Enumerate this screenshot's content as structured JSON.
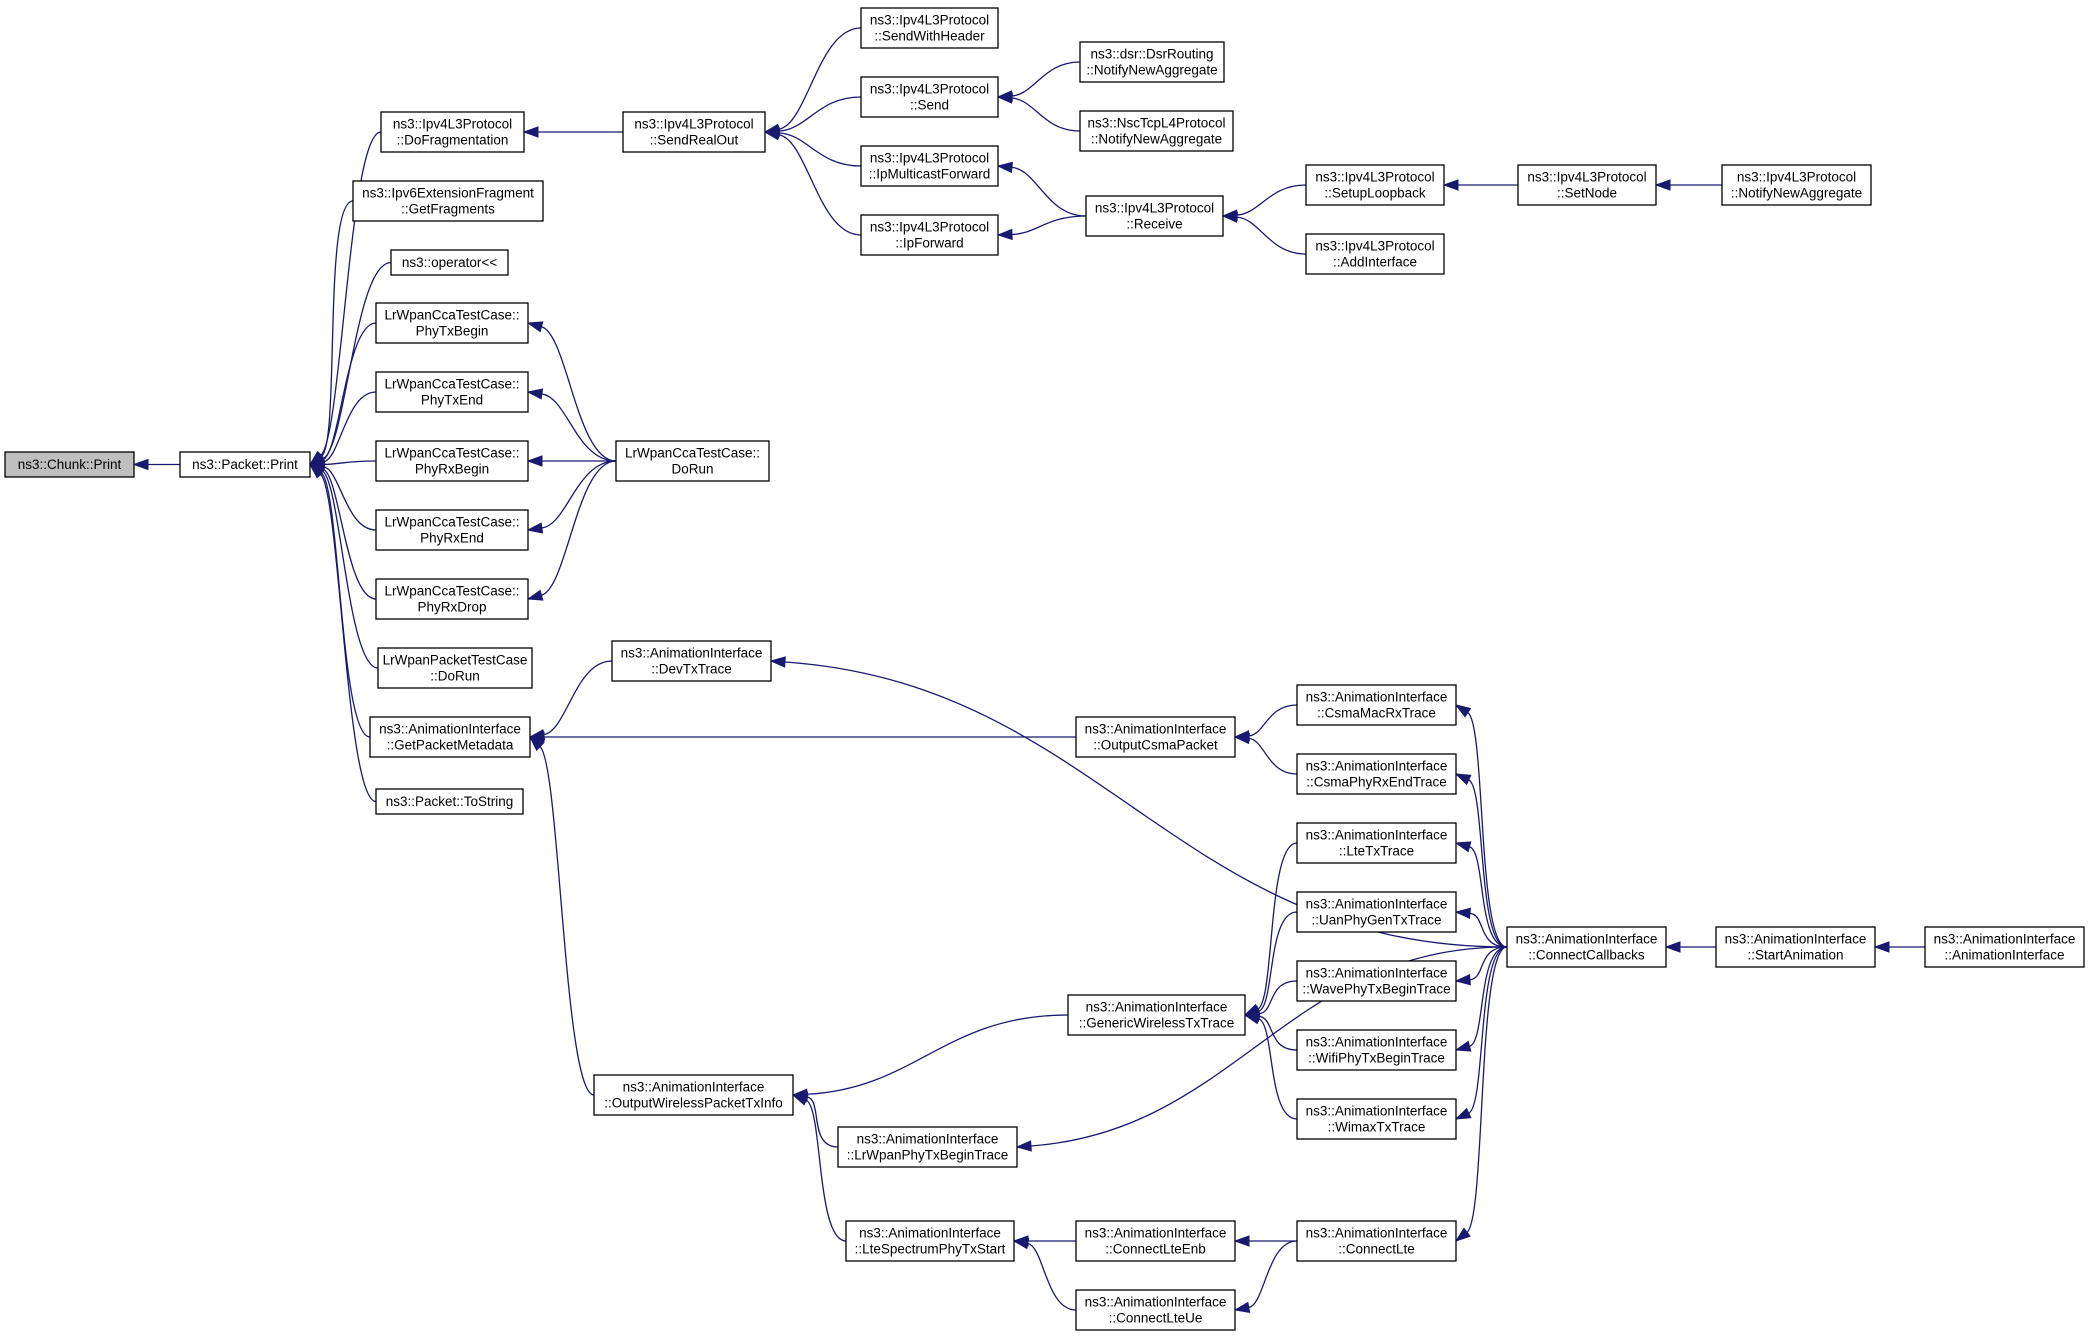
{
  "diagram": {
    "nodes": [
      {
        "id": "chunk",
        "lines": [
          "ns3::Chunk::Print"
        ],
        "root": true
      },
      {
        "id": "pktprint",
        "lines": [
          "ns3::Packet::Print"
        ]
      },
      {
        "id": "dofrag",
        "lines": [
          "ns3::Ipv4L3Protocol",
          "::DoFragmentation"
        ]
      },
      {
        "id": "ipv6frag",
        "lines": [
          "ns3::Ipv6ExtensionFragment",
          "::GetFragments"
        ]
      },
      {
        "id": "oplt",
        "lines": [
          "ns3::operator<<"
        ]
      },
      {
        "id": "phytxbegin",
        "lines": [
          "LrWpanCcaTestCase::",
          "PhyTxBegin"
        ]
      },
      {
        "id": "phytxend",
        "lines": [
          "LrWpanCcaTestCase::",
          "PhyTxEnd"
        ]
      },
      {
        "id": "phyrxbegin",
        "lines": [
          "LrWpanCcaTestCase::",
          "PhyRxBegin"
        ]
      },
      {
        "id": "phyrxend",
        "lines": [
          "LrWpanCcaTestCase::",
          "PhyRxEnd"
        ]
      },
      {
        "id": "phyrxdrop",
        "lines": [
          "LrWpanCcaTestCase::",
          "PhyRxDrop"
        ]
      },
      {
        "id": "pktdorun",
        "lines": [
          "LrWpanPacketTestCase",
          "::DoRun"
        ]
      },
      {
        "id": "getmeta",
        "lines": [
          "ns3::AnimationInterface",
          "::GetPacketMetadata"
        ]
      },
      {
        "id": "tostring",
        "lines": [
          "ns3::Packet::ToString"
        ]
      },
      {
        "id": "sendrealout",
        "lines": [
          "ns3::Ipv4L3Protocol",
          "::SendRealOut"
        ]
      },
      {
        "id": "ccadorun",
        "lines": [
          "LrWpanCcaTestCase::",
          "DoRun"
        ]
      },
      {
        "id": "devtx",
        "lines": [
          "ns3::AnimationInterface",
          "::DevTxTrace"
        ]
      },
      {
        "id": "outwireless",
        "lines": [
          "ns3::AnimationInterface",
          "::OutputWirelessPacketTxInfo"
        ]
      },
      {
        "id": "sendwithheader",
        "lines": [
          "ns3::Ipv4L3Protocol",
          "::SendWithHeader"
        ]
      },
      {
        "id": "send",
        "lines": [
          "ns3::Ipv4L3Protocol",
          "::Send"
        ]
      },
      {
        "id": "ipmcast",
        "lines": [
          "ns3::Ipv4L3Protocol",
          "::IpMulticastForward"
        ]
      },
      {
        "id": "ipfwd",
        "lines": [
          "ns3::Ipv4L3Protocol",
          "::IpForward"
        ]
      },
      {
        "id": "lrwpanphytx",
        "lines": [
          "ns3::AnimationInterface",
          "::LrWpanPhyTxBeginTrace"
        ]
      },
      {
        "id": "ltespec",
        "lines": [
          "ns3::AnimationInterface",
          "::LteSpectrumPhyTxStart"
        ]
      },
      {
        "id": "dsr",
        "lines": [
          "ns3::dsr::DsrRouting",
          "::NotifyNewAggregate"
        ]
      },
      {
        "id": "nsctcp",
        "lines": [
          "ns3::NscTcpL4Protocol",
          "::NotifyNewAggregate"
        ]
      },
      {
        "id": "receive",
        "lines": [
          "ns3::Ipv4L3Protocol",
          "::Receive"
        ]
      },
      {
        "id": "outcsma",
        "lines": [
          "ns3::AnimationInterface",
          "::OutputCsmaPacket"
        ]
      },
      {
        "id": "genwireless",
        "lines": [
          "ns3::AnimationInterface",
          "::GenericWirelessTxTrace"
        ]
      },
      {
        "id": "connlteenb",
        "lines": [
          "ns3::AnimationInterface",
          "::ConnectLteEnb"
        ]
      },
      {
        "id": "connlteue",
        "lines": [
          "ns3::AnimationInterface",
          "::ConnectLteUe"
        ]
      },
      {
        "id": "setuploop",
        "lines": [
          "ns3::Ipv4L3Protocol",
          "::SetupLoopback"
        ]
      },
      {
        "id": "addiface",
        "lines": [
          "ns3::Ipv4L3Protocol",
          "::AddInterface"
        ]
      },
      {
        "id": "csmamacrx",
        "lines": [
          "ns3::AnimationInterface",
          "::CsmaMacRxTrace"
        ]
      },
      {
        "id": "csmaphyrx",
        "lines": [
          "ns3::AnimationInterface",
          "::CsmaPhyRxEndTrace"
        ]
      },
      {
        "id": "ltetx",
        "lines": [
          "ns3::AnimationInterface",
          "::LteTxTrace"
        ]
      },
      {
        "id": "uanphy",
        "lines": [
          "ns3::AnimationInterface",
          "::UanPhyGenTxTrace"
        ]
      },
      {
        "id": "wavephy",
        "lines": [
          "ns3::AnimationInterface",
          "::WavePhyTxBeginTrace"
        ]
      },
      {
        "id": "wifiphy",
        "lines": [
          "ns3::AnimationInterface",
          "::WifiPhyTxBeginTrace"
        ]
      },
      {
        "id": "wimax",
        "lines": [
          "ns3::AnimationInterface",
          "::WimaxTxTrace"
        ]
      },
      {
        "id": "connlte",
        "lines": [
          "ns3::AnimationInterface",
          "::ConnectLte"
        ]
      },
      {
        "id": "setnode",
        "lines": [
          "ns3::Ipv4L3Protocol",
          "::SetNode"
        ]
      },
      {
        "id": "conncb",
        "lines": [
          "ns3::AnimationInterface",
          "::ConnectCallbacks"
        ]
      },
      {
        "id": "notifyagg",
        "lines": [
          "ns3::Ipv4L3Protocol",
          "::NotifyNewAggregate"
        ]
      },
      {
        "id": "startanim",
        "lines": [
          "ns3::AnimationInterface",
          "::StartAnimation"
        ]
      },
      {
        "id": "animiface",
        "lines": [
          "ns3::AnimationInterface",
          "::AnimationInterface"
        ]
      }
    ],
    "edges": [
      [
        "pktprint",
        "chunk"
      ],
      [
        "dofrag",
        "pktprint"
      ],
      [
        "ipv6frag",
        "pktprint"
      ],
      [
        "oplt",
        "pktprint"
      ],
      [
        "phytxbegin",
        "pktprint"
      ],
      [
        "phytxend",
        "pktprint"
      ],
      [
        "phyrxbegin",
        "pktprint"
      ],
      [
        "phyrxend",
        "pktprint"
      ],
      [
        "phyrxdrop",
        "pktprint"
      ],
      [
        "pktdorun",
        "pktprint"
      ],
      [
        "getmeta",
        "pktprint"
      ],
      [
        "tostring",
        "pktprint"
      ],
      [
        "sendrealout",
        "dofrag"
      ],
      [
        "ccadorun",
        "phytxbegin"
      ],
      [
        "ccadorun",
        "phytxend"
      ],
      [
        "ccadorun",
        "phyrxbegin"
      ],
      [
        "ccadorun",
        "phyrxend"
      ],
      [
        "ccadorun",
        "phyrxdrop"
      ],
      [
        "devtx",
        "getmeta"
      ],
      [
        "outcsma",
        "getmeta"
      ],
      [
        "outwireless",
        "getmeta"
      ],
      [
        "sendwithheader",
        "sendrealout"
      ],
      [
        "send",
        "sendrealout"
      ],
      [
        "ipmcast",
        "sendrealout"
      ],
      [
        "ipfwd",
        "sendrealout"
      ],
      [
        "dsr",
        "send"
      ],
      [
        "nsctcp",
        "send"
      ],
      [
        "receive",
        "ipmcast"
      ],
      [
        "receive",
        "ipfwd"
      ],
      [
        "setuploop",
        "receive"
      ],
      [
        "addiface",
        "receive"
      ],
      [
        "setnode",
        "setuploop"
      ],
      [
        "notifyagg",
        "setnode"
      ],
      [
        "conncb",
        "devtx"
      ],
      [
        "csmamacrx",
        "outcsma"
      ],
      [
        "csmaphyrx",
        "outcsma"
      ],
      [
        "genwireless",
        "outwireless"
      ],
      [
        "lrwpanphytx",
        "outwireless"
      ],
      [
        "ltespec",
        "outwireless"
      ],
      [
        "ltetx",
        "genwireless"
      ],
      [
        "uanphy",
        "genwireless"
      ],
      [
        "wavephy",
        "genwireless"
      ],
      [
        "wifiphy",
        "genwireless"
      ],
      [
        "wimax",
        "genwireless"
      ],
      [
        "conncb",
        "csmamacrx"
      ],
      [
        "conncb",
        "csmaphyrx"
      ],
      [
        "conncb",
        "ltetx"
      ],
      [
        "conncb",
        "uanphy"
      ],
      [
        "conncb",
        "wavephy"
      ],
      [
        "conncb",
        "wifiphy"
      ],
      [
        "conncb",
        "wimax"
      ],
      [
        "conncb",
        "lrwpanphytx"
      ],
      [
        "connlteenb",
        "ltespec"
      ],
      [
        "connlteue",
        "ltespec"
      ],
      [
        "connlte",
        "connlteenb"
      ],
      [
        "connlte",
        "connlteue"
      ],
      [
        "conncb",
        "connlte"
      ],
      [
        "startanim",
        "conncb"
      ],
      [
        "animiface",
        "startanim"
      ]
    ]
  }
}
